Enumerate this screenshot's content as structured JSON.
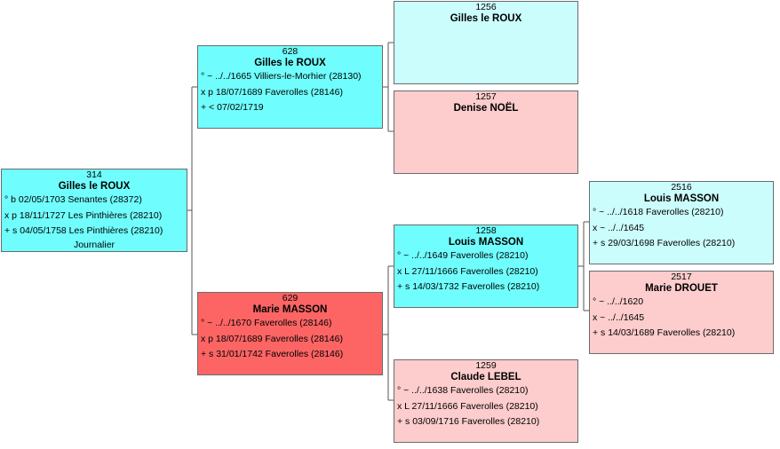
{
  "persons": {
    "p314": {
      "num": "314",
      "name": "Gilles le ROUX",
      "lines": [
        "° b 02/05/1703 Senantes (28372)",
        "x p 18/11/1727 Les Pinthières (28210)",
        "+ s 04/05/1758 Les Pinthières (28210)"
      ],
      "occupation": "Journalier"
    },
    "p628": {
      "num": "628",
      "name": "Gilles le ROUX",
      "lines": [
        "° ~ ../../1665 Villiers-le-Morhier (28130)",
        "x p 18/07/1689 Faverolles (28146)",
        "+ < 07/02/1719"
      ]
    },
    "p629": {
      "num": "629",
      "name": "Marie MASSON",
      "lines": [
        "° ~ ../../1670 Faverolles (28146)",
        "x p 18/07/1689 Faverolles (28146)",
        "+ s 31/01/1742 Faverolles (28146)"
      ]
    },
    "p1256": {
      "num": "1256",
      "name": "Gilles le ROUX",
      "lines": []
    },
    "p1257": {
      "num": "1257",
      "name": "Denise NOËL",
      "lines": []
    },
    "p1258": {
      "num": "1258",
      "name": "Louis MASSON",
      "lines": [
        "° ~ ../../1649 Faverolles (28210)",
        "x L 27/11/1666 Faverolles (28210)",
        "+ s 14/03/1732 Faverolles (28210)"
      ]
    },
    "p1259": {
      "num": "1259",
      "name": "Claude LEBEL",
      "lines": [
        "° ~ ../../1638 Faverolles (28210)",
        "x L 27/11/1666 Faverolles (28210)",
        "+ s 03/09/1716 Faverolles (28210)"
      ]
    },
    "p2516": {
      "num": "2516",
      "name": "Louis MASSON",
      "lines": [
        "° ~ ../../1618 Faverolles (28210)",
        "x ~ ../../1645",
        "+ s 29/03/1698 Faverolles (28210)"
      ]
    },
    "p2517": {
      "num": "2517",
      "name": "Marie DROUET",
      "lines": [
        "° ~ ../../1620",
        "x ~ ../../1645",
        "+ s 14/03/1689 Faverolles (28210)"
      ]
    }
  },
  "colors": {
    "cyan": "#70fdfd",
    "light_cyan": "#ccfdfd",
    "pink": "#fdcccc",
    "red": "#fd6565",
    "border": "#6b6b6b"
  }
}
